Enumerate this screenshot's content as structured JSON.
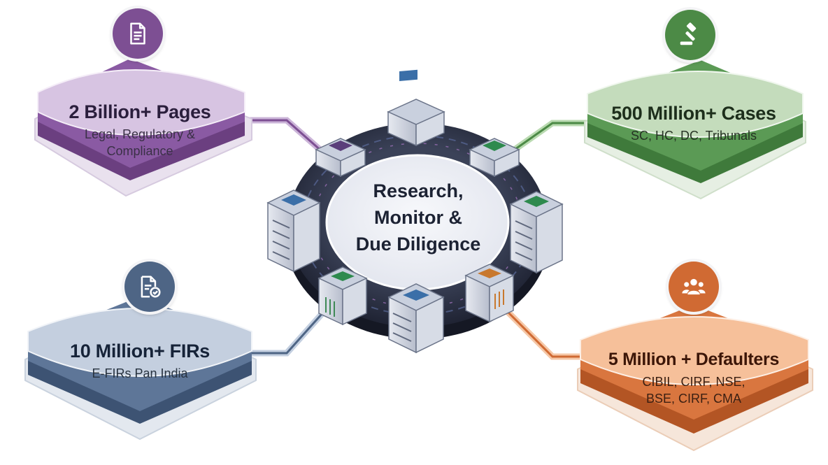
{
  "hub": {
    "line1": "Research,",
    "line2": "Monitor &",
    "line3": "Due Diligence"
  },
  "cards": {
    "pages": {
      "title": "2 Billion+ Pages",
      "subtitle": "Legal, Regulatory & Compliance",
      "icon": "document-icon",
      "color": "#b99bc8"
    },
    "cases": {
      "title": "500 Million+ Cases",
      "subtitle": "SC, HC, DC, Tribunals",
      "icon": "gavel-icon",
      "color": "#93bf88"
    },
    "firs": {
      "title": "10 Million+ FIRs",
      "subtitle": "E-FIRs Pan India",
      "icon": "document-check-icon",
      "color": "#93a6c2"
    },
    "defaulters": {
      "title": "5 Million + Defaulters",
      "subtitle": "CIBIL, CIRF, NSE, BSE, CIRF, CMA",
      "icon": "people-group-icon",
      "color": "#f0a06a"
    }
  },
  "colors": {
    "purple": "#7d4f93",
    "green": "#4c8a46",
    "slate": "#4e6585",
    "orange": "#d06a33",
    "ring": "#2b3044"
  }
}
